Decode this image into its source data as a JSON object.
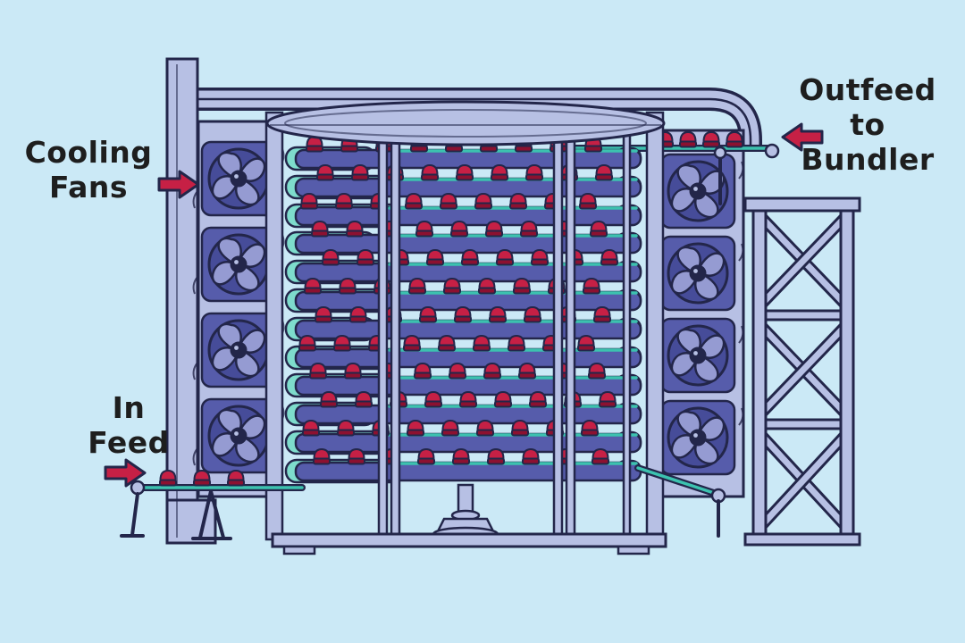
{
  "title": "Spiral cooling conveyor illustration",
  "labels": {
    "cooling_fans": "Cooling\nFans",
    "in_feed": "In\nFeed",
    "outfeed": "Outfeed\nto\nBundler"
  },
  "colors": {
    "background": "#cbe9f6",
    "outline": "#23264a",
    "structure": "#b7c0e4",
    "panel": "#565cab",
    "panel_dark": "#464c99",
    "fan_blade": "#959bd2",
    "belt": "#3cc2af",
    "belt_light": "#7edccc",
    "product": "#c62045",
    "product_dark": "#8c1130",
    "arrow": "#c62045",
    "label_text": "#1e1e1e"
  },
  "structure": {
    "tier_count": 12,
    "fans_per_side": 4,
    "products_per_tier": 9,
    "infeed_product_count": 3,
    "outfeed_product_count": 4
  }
}
